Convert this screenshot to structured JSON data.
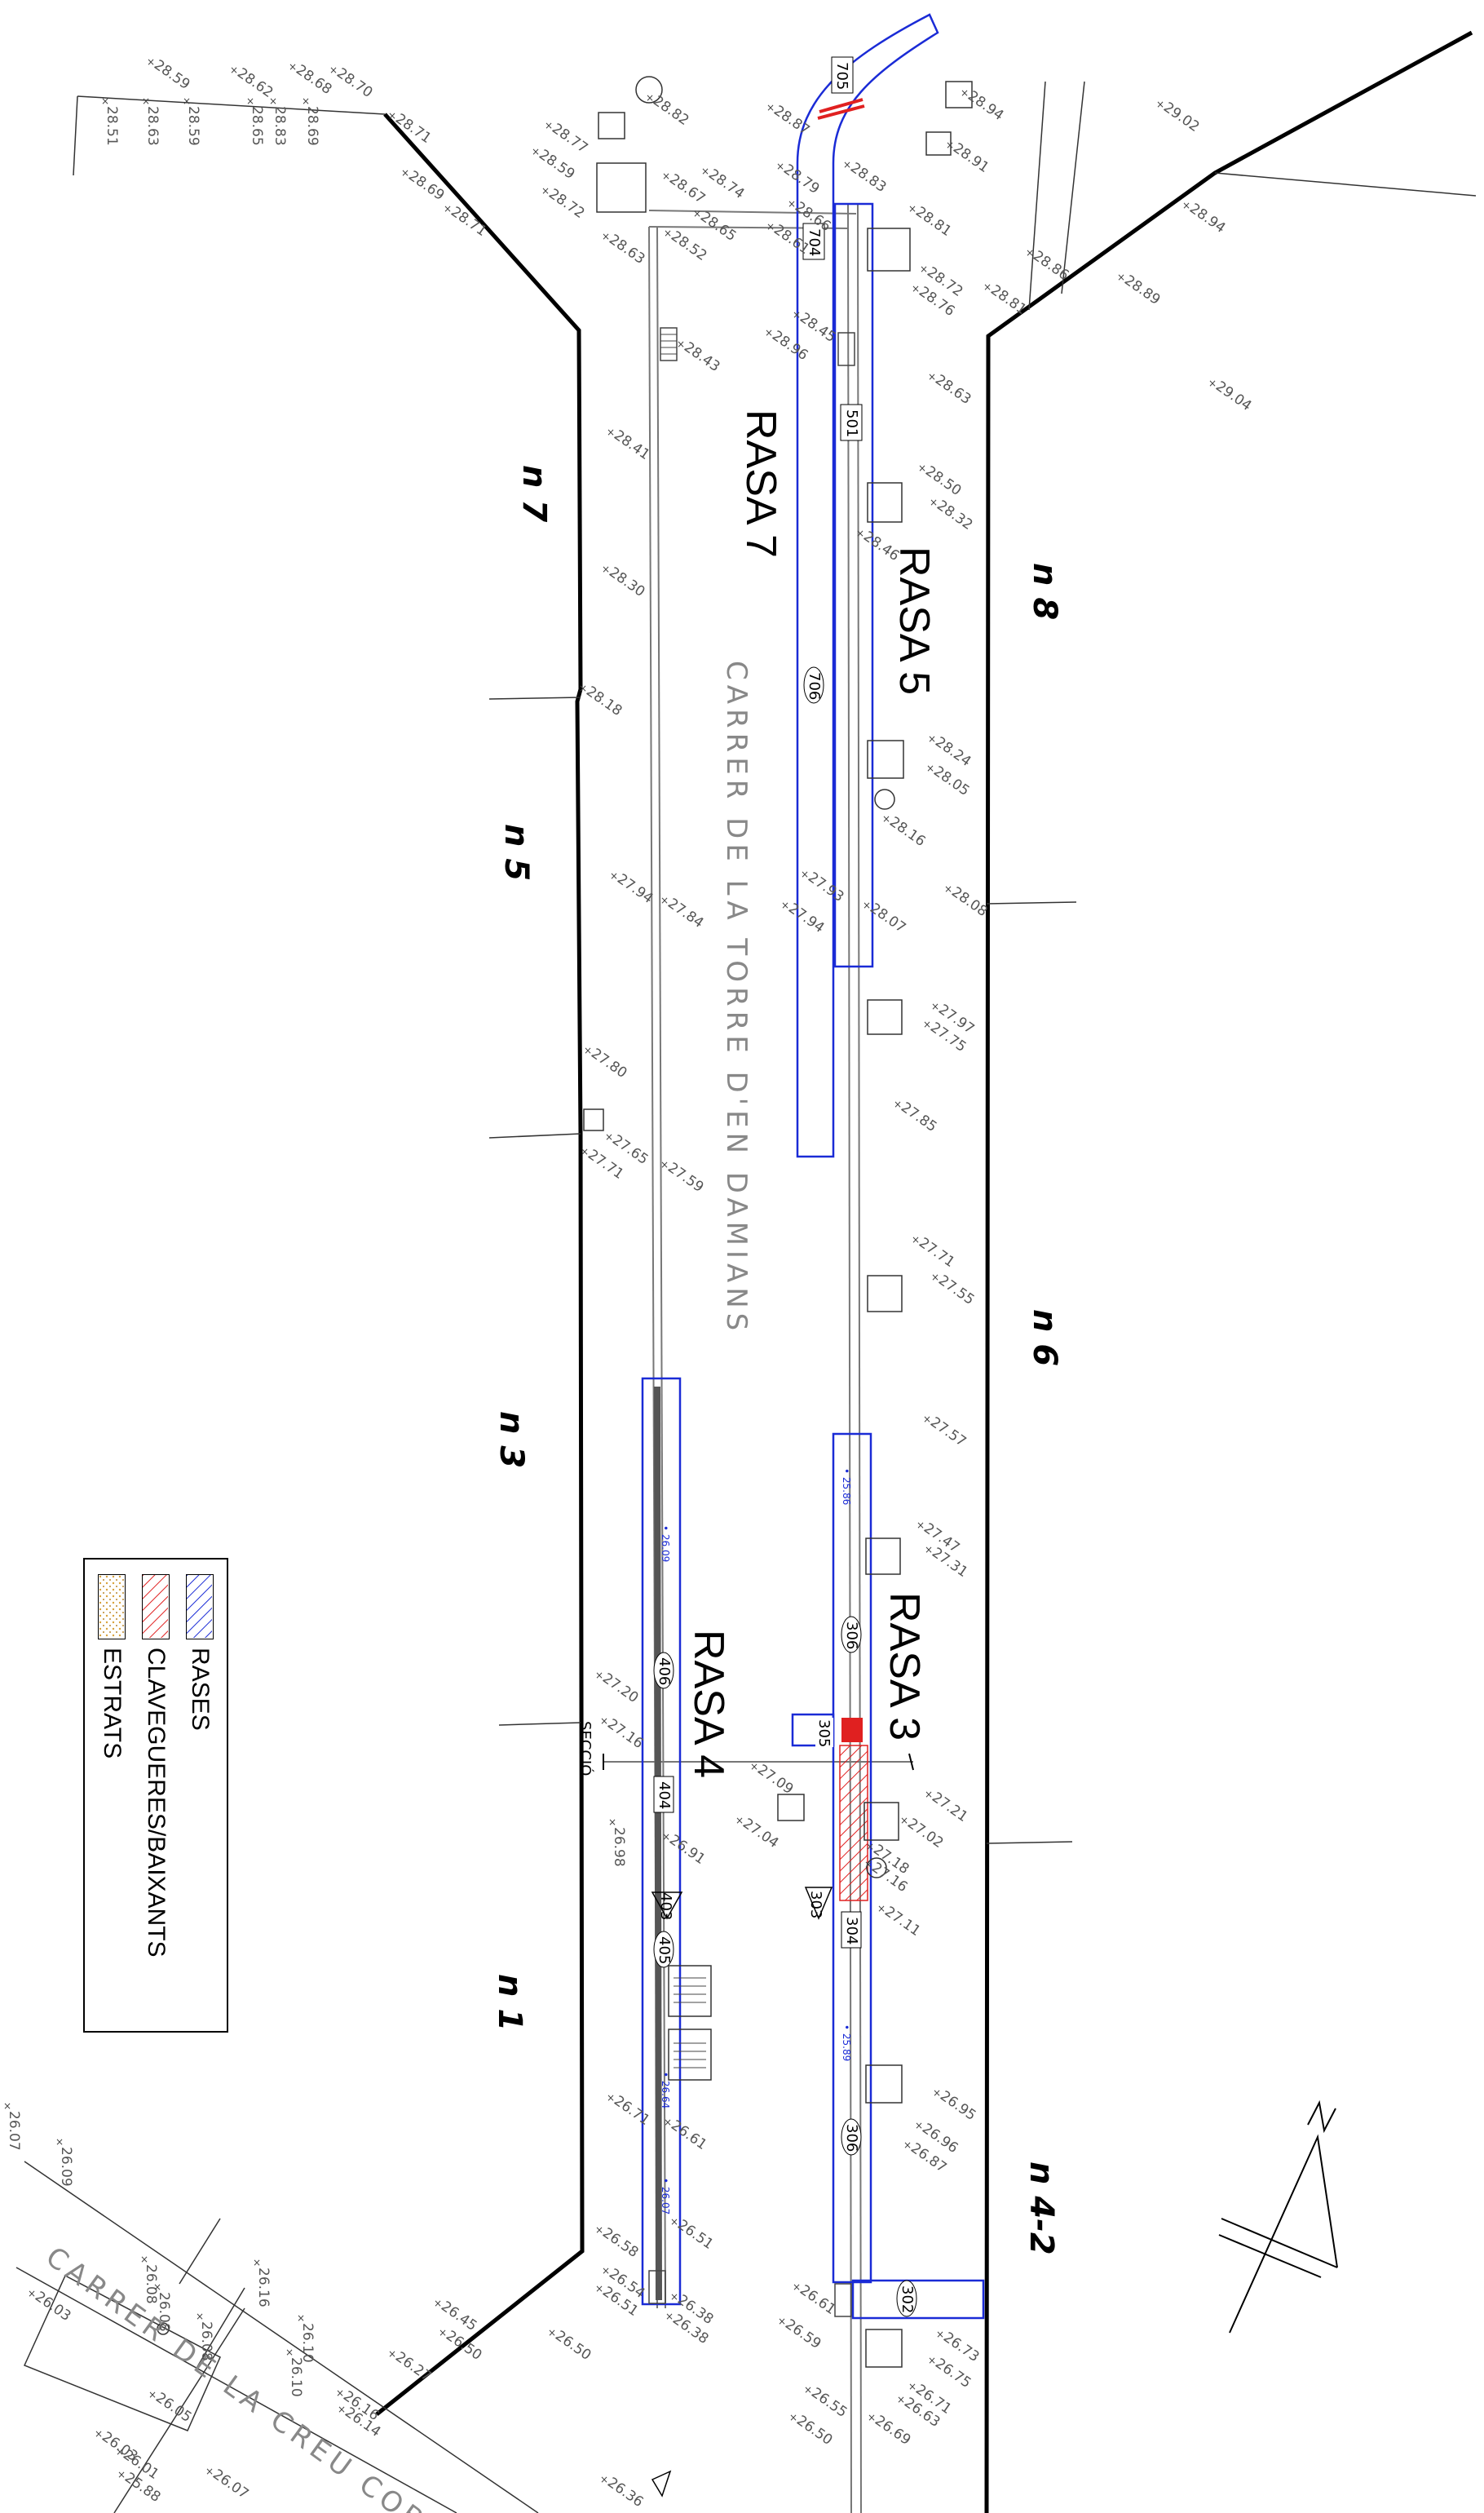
{
  "trenches": {
    "rasa7": "RASA 7",
    "rasa5": "RASA 5",
    "rasa4": "RASA 4",
    "rasa3": "RASA 3"
  },
  "lots": {
    "n7": "n 7",
    "n8": "n 8",
    "n5": "n 5",
    "n6": "n 6",
    "n3": "n 3",
    "n1": "n 1",
    "n42": "n 4-2"
  },
  "streets": {
    "torre": "CARRER DE LA TORRE D'EN DAMIANS",
    "creu": "CARRER DE LA CREU COBERTA"
  },
  "section_label": "SECCIÓ",
  "unit_tags": [
    "705",
    "704",
    "501",
    "706",
    "406",
    "404",
    "403",
    "405",
    "306",
    "305",
    "304",
    "303",
    "306",
    "302"
  ],
  "blue_levels": [
    "• 25.86",
    "• 26.09",
    "• 25.89",
    "• 26.64",
    "• 26.07"
  ],
  "legend": {
    "items": [
      {
        "label": "RASES",
        "color": "#1a2bd6"
      },
      {
        "label": "CLAVEGUERES/BAIXANTS",
        "color": "#e02020"
      },
      {
        "label": "ESTRATS",
        "color": "#d8a23a"
      }
    ]
  },
  "elevations": [
    "28.59",
    "28.62",
    "28.68",
    "28.70",
    "28.51",
    "28.63",
    "28.59",
    "28.65",
    "28.83",
    "28.69",
    "28.71",
    "28.69",
    "28.71",
    "28.77",
    "28.82",
    "28.72",
    "28.59",
    "28.67",
    "28.74",
    "28.87",
    "28.79",
    "28.83",
    "28.65",
    "28.66",
    "28.63",
    "28.52",
    "28.61",
    "28.81",
    "28.72",
    "28.76",
    "28.94",
    "28.91",
    "29.02",
    "28.94",
    "28.86",
    "28.81",
    "28.89",
    "29.04",
    "28.43",
    "28.45",
    "28.96",
    "28.63",
    "28.41",
    "28.50",
    "28.32",
    "28.46",
    "28.30",
    "28.18",
    "28.24",
    "28.05",
    "28.16",
    "27.94",
    "27.84",
    "27.93",
    "27.94",
    "28.07",
    "28.08",
    "27.97",
    "27.75",
    "27.80",
    "27.85",
    "27.65",
    "27.71",
    "27.59",
    "27.71",
    "27.55",
    "27.57",
    "27.47",
    "27.31",
    "27.20",
    "27.16",
    "27.09",
    "27.04",
    "27.21",
    "27.02",
    "26.98",
    "26.91",
    "27.18",
    "27.16",
    "27.11",
    "26.95",
    "26.96",
    "26.87",
    "26.71",
    "26.61",
    "26.51",
    "26.58",
    "26.54",
    "26.51",
    "26.38",
    "26.38",
    "26.61",
    "26.59",
    "26.73",
    "26.75",
    "26.71",
    "26.63",
    "26.55",
    "26.50",
    "26.69",
    "26.45",
    "26.50",
    "26.50",
    "26.27",
    "26.16",
    "26.14",
    "26.10",
    "26.16",
    "26.10",
    "26.08",
    "26.08",
    "26.08",
    "26.09",
    "26.07",
    "26.03",
    "26.05",
    "26.03",
    "26.01",
    "26.07",
    "25.88",
    "26.36"
  ]
}
